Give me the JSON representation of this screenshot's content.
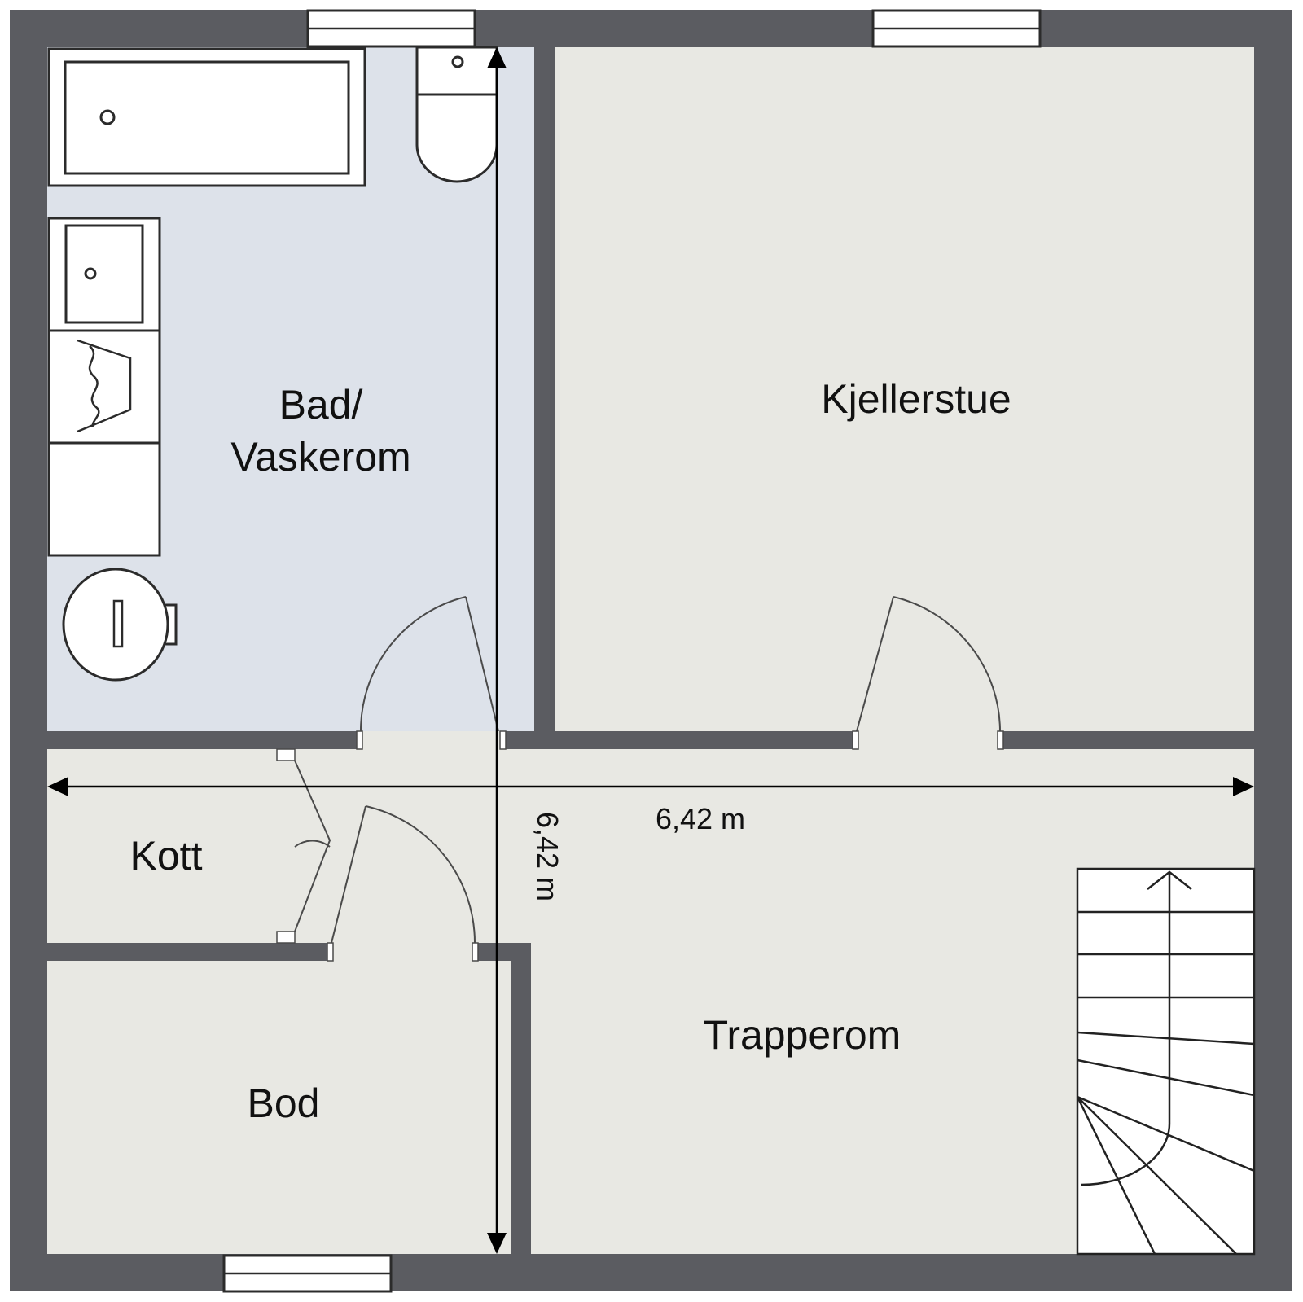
{
  "rooms": {
    "bad_line1": "Bad/",
    "bad_line2": "Vaskerom",
    "kjellerstue": "Kjellerstue",
    "kott": "Kott",
    "bod": "Bod",
    "trapperom": "Trapperom"
  },
  "dimensions": {
    "width": "6,42 m",
    "depth": "6,42 m"
  },
  "colors": {
    "wall": "#5b5c61",
    "floor": "#e8e8e3",
    "bathroom_floor": "#dde2ea",
    "fixture": "#ffffff"
  }
}
